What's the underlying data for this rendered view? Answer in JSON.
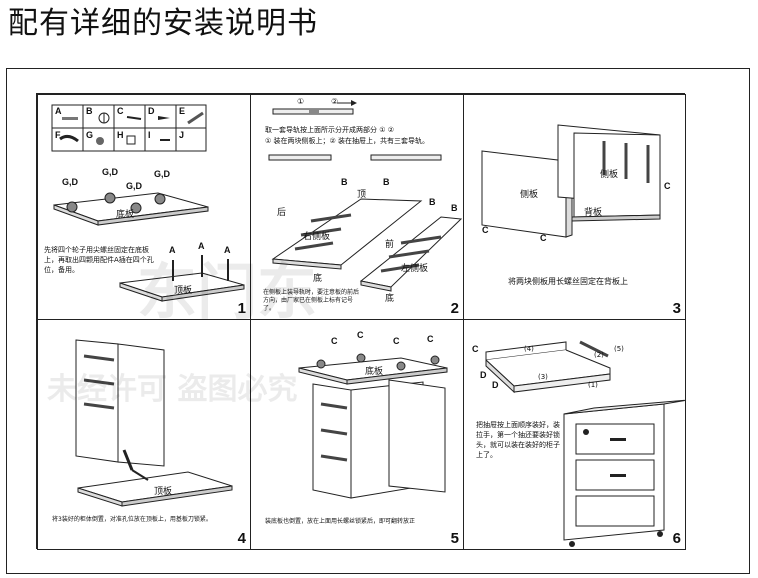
{
  "title": "配有详细的安装说明书",
  "parts": {
    "A": "A",
    "B": "B",
    "C": "C",
    "D": "D",
    "E": "E",
    "F": "F",
    "G": "G",
    "H": "H",
    "I": "I",
    "J": "J"
  },
  "p1": {
    "gd": "G,D",
    "bottom_board": "底板",
    "top_board": "顶板",
    "a": "A",
    "text": "先将四个轮子用尖螺丝固定在底板上，再取出四颗用配件A插在四个孔位，备用。",
    "num": "1"
  },
  "p2": {
    "circle1": "①",
    "circle2": "②",
    "text1": "取一套导轨按上面所示分开成两部分 ① ②",
    "text2": "① 装在两块侧板上；② 装在抽屉上，共有三套导轨。",
    "b": "B",
    "top": "顶",
    "back": "后",
    "front": "前",
    "right_side": "右侧板",
    "left_side": "左侧板",
    "bottom": "底",
    "text3": "在侧板上装导轨时，要注意板的前后方向，由厂家已在侧板上标有记号了。",
    "num": "2"
  },
  "p3": {
    "side": "侧板",
    "back": "背板",
    "c": "C",
    "text": "将两块侧板用长螺丝固定在背板上",
    "num": "3"
  },
  "p4": {
    "top_board": "顶板",
    "text": "将3装好的柜体倒置，对准孔位放在顶板上，用基板刀锁紧。",
    "num": "4"
  },
  "p5": {
    "c": "C",
    "bottom_board": "底板",
    "text": "装底板也倒置，放在上面用长螺丝锁紧后，即可翻转放正",
    "num": "5"
  },
  "p6": {
    "c": "C",
    "d": "D",
    "n1": "(1)",
    "n2": "(2)",
    "n3": "(3)",
    "n4": "(4)",
    "n5": "(5)",
    "text": "把抽屉按上面顺序装好，装拉手，第一个抽还要装好锁头，就可以装在装好的柜子上了。",
    "num": "6"
  },
  "watermark": {
    "line1": "东门东",
    "line2": "未经许可 盗图必究"
  }
}
